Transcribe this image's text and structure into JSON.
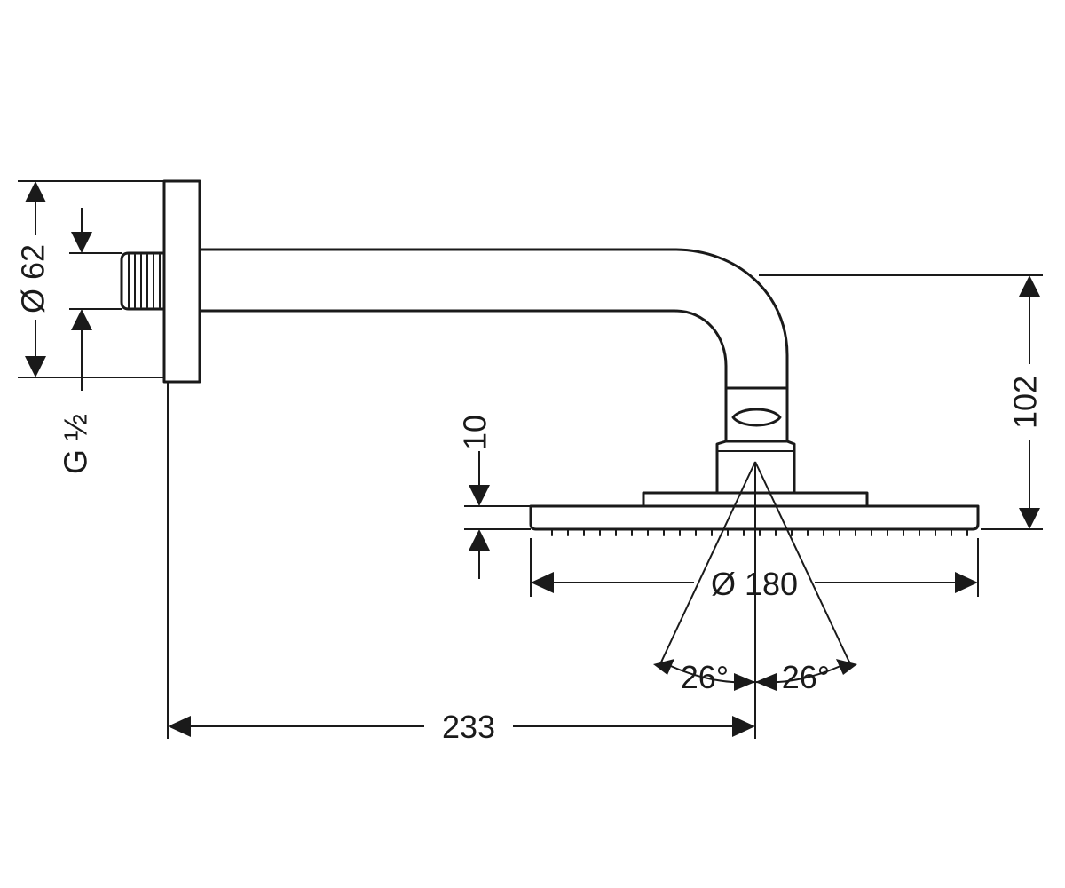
{
  "dimensions": {
    "flange_diameter": "Ø 62",
    "thread": "G ½",
    "drop_height": "102",
    "plate_thickness": "10",
    "head_diameter": "Ø 180",
    "spray_angle_left": "26°",
    "spray_angle_right": "26°",
    "arm_projection": "233"
  }
}
